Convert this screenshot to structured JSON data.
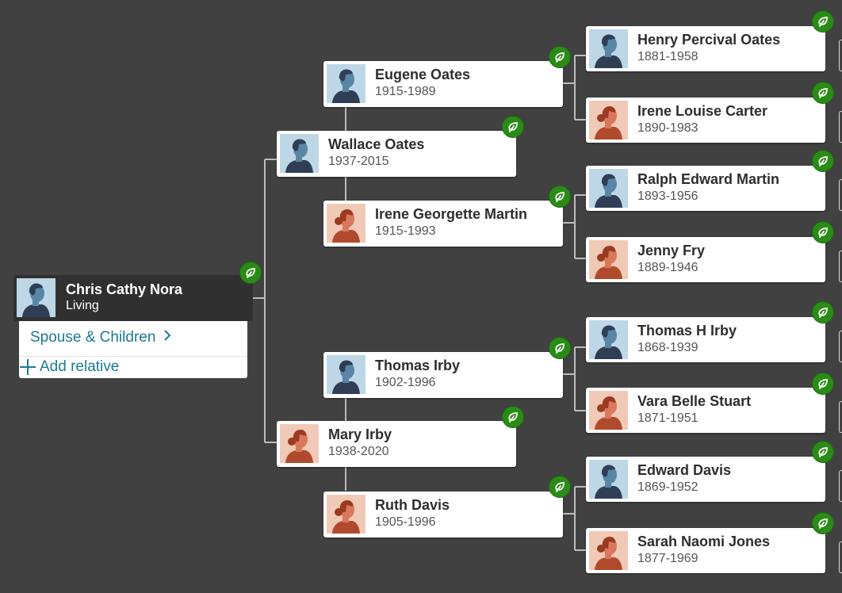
{
  "root": {
    "name": "Chris Cathy Nora",
    "status": "Living",
    "gender": "male",
    "spouse_children_label": "Spouse & Children",
    "add_relative_label": "Add relative"
  },
  "parents": [
    {
      "name": "Wallace Oates",
      "years": "1937-2015",
      "gender": "male"
    },
    {
      "name": "Mary Irby",
      "years": "1938-2020",
      "gender": "female"
    }
  ],
  "grandparents": [
    {
      "name": "Eugene Oates",
      "years": "1915-1989",
      "gender": "male"
    },
    {
      "name": "Irene Georgette Martin",
      "years": "1915-1993",
      "gender": "female"
    },
    {
      "name": "Thomas Irby",
      "years": "1902-1996",
      "gender": "male"
    },
    {
      "name": "Ruth Davis",
      "years": "1905-1996",
      "gender": "female"
    }
  ],
  "great_grandparents": [
    {
      "name": "Henry Percival Oates",
      "years": "1881-1958",
      "gender": "male"
    },
    {
      "name": "Irene Louise Carter",
      "years": "1890-1983",
      "gender": "female"
    },
    {
      "name": "Ralph Edward Martin",
      "years": "1893-1956",
      "gender": "male"
    },
    {
      "name": "Jenny Fry",
      "years": "1889-1946",
      "gender": "female"
    },
    {
      "name": "Thomas H Irby",
      "years": "1868-1939",
      "gender": "male"
    },
    {
      "name": "Vara Belle Stuart",
      "years": "1871-1951",
      "gender": "female"
    },
    {
      "name": "Edward Davis",
      "years": "1869-1952",
      "gender": "male"
    },
    {
      "name": "Sarah Naomi Jones",
      "years": "1877-1969",
      "gender": "female"
    }
  ],
  "icons": {
    "hint": "leaf-hint-icon",
    "male": "male-avatar-icon",
    "female": "female-avatar-icon",
    "chevron": "chevron-right-icon",
    "plus": "plus-icon"
  },
  "colors": {
    "background": "#414141",
    "hint_green": "#2a8c16",
    "link": "#1a7a93",
    "connector": "#bdbdbd"
  }
}
